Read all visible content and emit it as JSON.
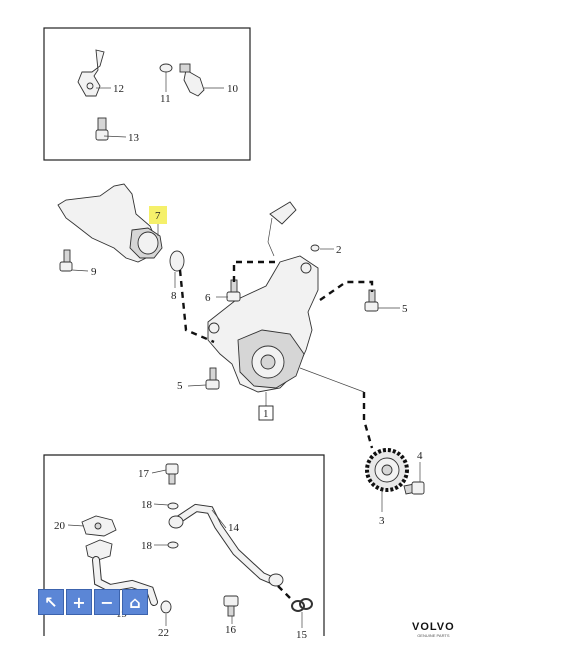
{
  "labels": {
    "p1": "1",
    "p2": "2",
    "p3": "3",
    "p4": "4",
    "p5a": "5",
    "p5b": "5",
    "p6": "6",
    "p7": "7",
    "p8": "8",
    "p9": "9",
    "p10": "10",
    "p11": "11",
    "p12": "12",
    "p13": "13",
    "p14": "14",
    "p15": "15",
    "p16": "16",
    "p17": "17",
    "p18a": "18",
    "p18b": "18",
    "p19": "19",
    "p20": "20",
    "p22": "22"
  },
  "highlight_color": "#f5f06a",
  "toolbar": {
    "buttons": [
      {
        "name": "select-tool-button",
        "icon": "cursor-icon",
        "glyph": "↖"
      },
      {
        "name": "zoom-in-button",
        "icon": "plus-icon",
        "glyph": "+"
      },
      {
        "name": "zoom-out-button",
        "icon": "minus-icon",
        "glyph": "−"
      },
      {
        "name": "home-button",
        "icon": "home-icon",
        "glyph": "⌂"
      }
    ]
  },
  "brand": {
    "name": "VOLVO",
    "tagline": "GENUINE PARTS"
  }
}
